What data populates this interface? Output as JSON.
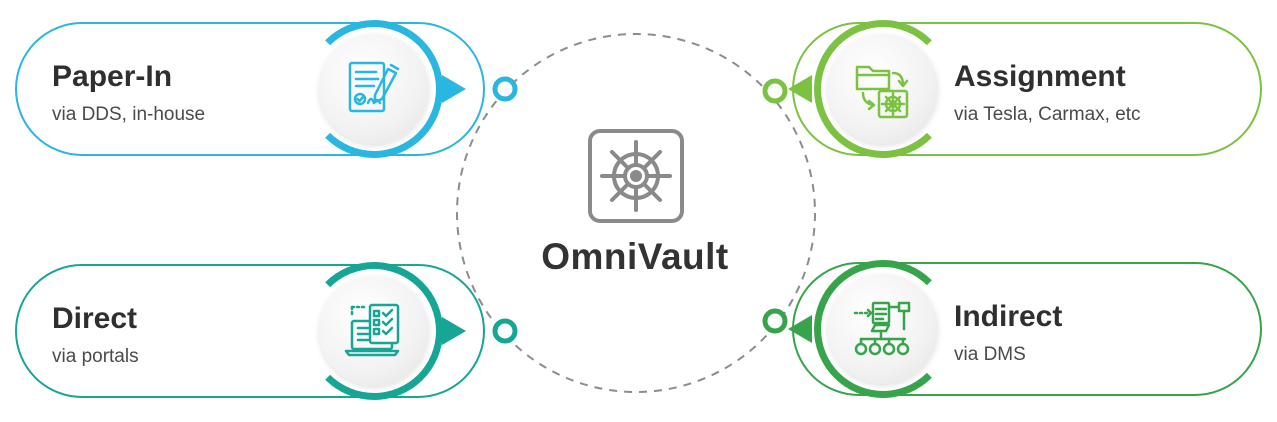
{
  "center": {
    "title": "OmniVault",
    "icon": "helm-wheel-vault-icon",
    "color": "#8a8a8a"
  },
  "channels": [
    {
      "title": "Paper-In",
      "subtitle": "via DDS, in-house",
      "icon": "document-signature-icon",
      "color": "#29b6e0"
    },
    {
      "title": "Assignment",
      "subtitle": "via Tesla, Carmax, etc",
      "icon": "folder-transfer-icon",
      "color": "#7cc242"
    },
    {
      "title": "Direct",
      "subtitle": "via portals",
      "icon": "laptop-checklist-icon",
      "color": "#17a596"
    },
    {
      "title": "Indirect",
      "subtitle": "via DMS",
      "icon": "hierarchy-flow-icon",
      "color": "#37a34a"
    }
  ]
}
